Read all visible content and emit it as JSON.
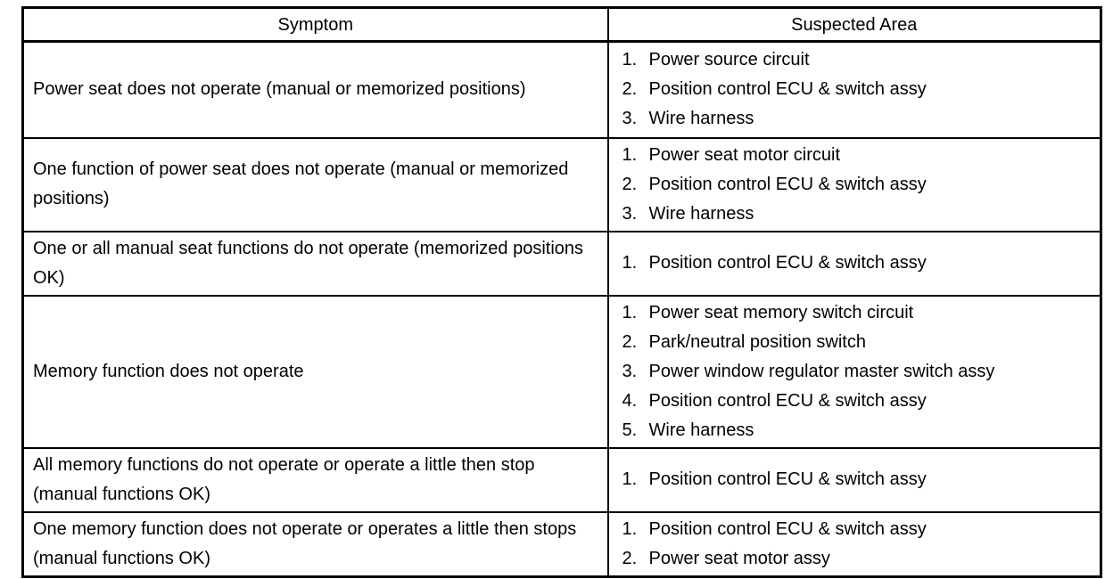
{
  "table": {
    "headers": [
      "Symptom",
      "Suspected Area"
    ],
    "rows": [
      {
        "symptom": "Power seat does not operate (manual or memorized positions)",
        "suspected_areas": [
          "Power source circuit",
          "Position control ECU & switch assy",
          "Wire harness"
        ]
      },
      {
        "symptom": "One function of power seat does not operate (manual or memorized positions)",
        "suspected_areas": [
          "Power seat motor circuit",
          "Position control ECU & switch assy",
          "Wire harness"
        ]
      },
      {
        "symptom": "One or all manual seat functions do not operate (memorized positions OK)",
        "suspected_areas": [
          "Position control ECU & switch assy"
        ]
      },
      {
        "symptom": "Memory function does not operate",
        "suspected_areas": [
          "Power seat memory switch circuit",
          "Park/neutral position switch",
          "Power window regulator master switch assy",
          "Position control ECU & switch assy",
          "Wire harness"
        ]
      },
      {
        "symptom": "All memory functions do not operate or operate a little then stop (manual functions OK)",
        "suspected_areas": [
          "Position control ECU & switch assy"
        ]
      },
      {
        "symptom": "One memory function does not operate or operates a little then stops (manual functions OK)",
        "suspected_areas": [
          "Position control ECU & switch assy",
          "Power seat motor assy"
        ]
      }
    ]
  },
  "colors": {
    "border": "#000000",
    "text": "#000000",
    "background": "#ffffff"
  }
}
